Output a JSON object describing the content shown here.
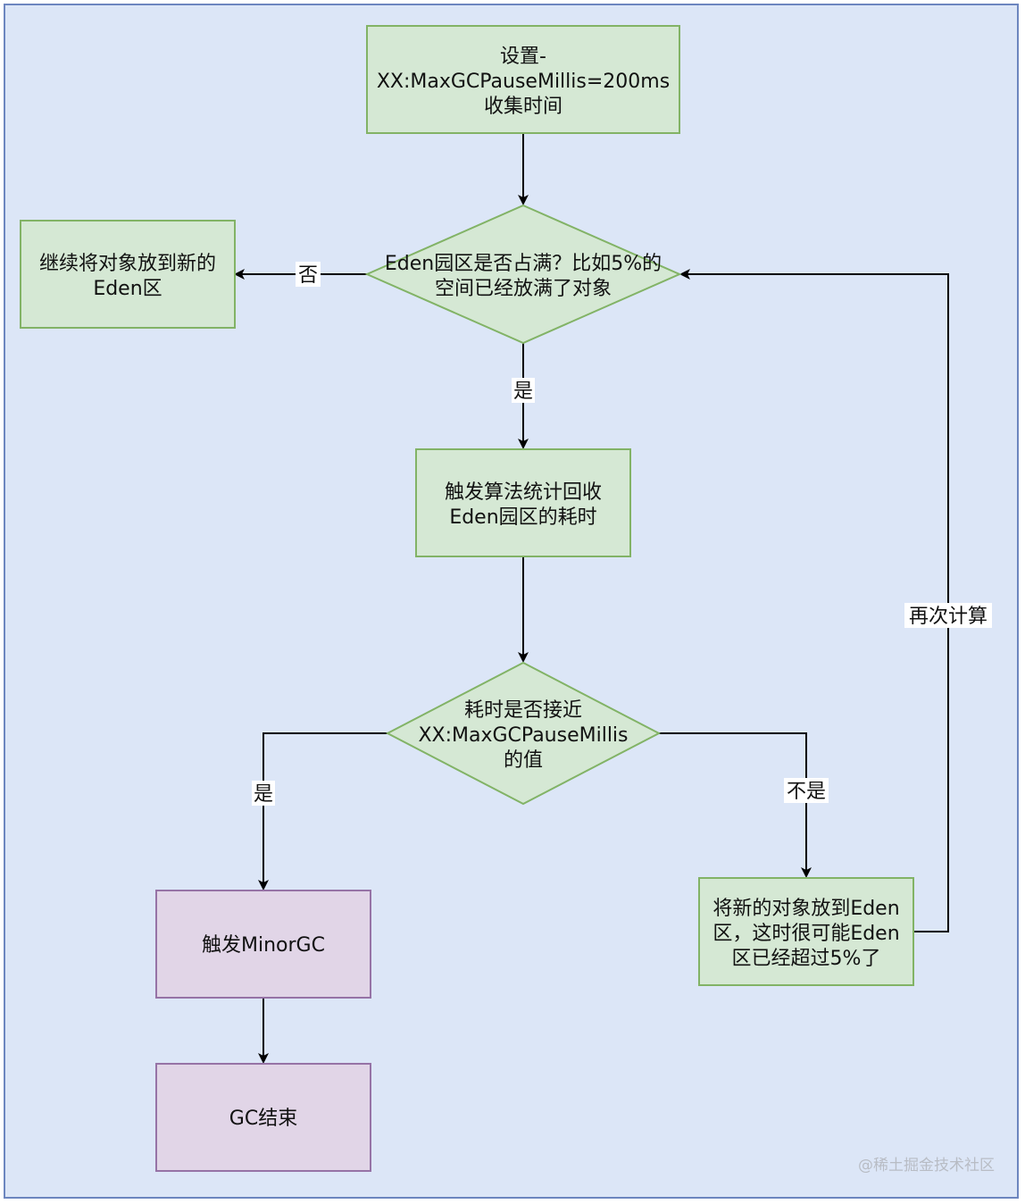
{
  "colors": {
    "panel_bg": "#dce6f7",
    "panel_border": "#6d86bf",
    "green_fill": "#d5e8d4",
    "green_stroke": "#82b366",
    "purple_fill": "#e1d5e7",
    "purple_stroke": "#9673a6",
    "arrow": "#000000"
  },
  "nodes": {
    "start": {
      "lines": [
        "设置-",
        "XX:MaxGCPauseMillis=200ms",
        "收集时间"
      ]
    },
    "check_eden": {
      "lines": [
        "Eden园区是否占满？比如5%的",
        "空间已经放满了对象"
      ]
    },
    "continue_eden": {
      "lines": [
        "继续将对象放到新的",
        "Eden区"
      ]
    },
    "trigger_calc": {
      "lines": [
        "触发算法统计回收",
        "Eden园区的耗时"
      ]
    },
    "check_time": {
      "lines": [
        "耗时是否接近",
        "XX:MaxGCPauseMillis",
        "的值"
      ]
    },
    "minor_gc": {
      "lines": [
        "触发MinorGC"
      ]
    },
    "gc_end": {
      "lines": [
        "GC结束"
      ]
    },
    "put_new": {
      "lines": [
        "将新的对象放到Eden",
        "区，这时很可能Eden",
        "区已经超过5%了"
      ]
    }
  },
  "edges": {
    "no_label": "否",
    "yes_label_1": "是",
    "yes_label_2": "是",
    "not_yes_label": "不是",
    "recalc_label": "再次计算"
  },
  "watermark": "@稀土掘金技术社区"
}
